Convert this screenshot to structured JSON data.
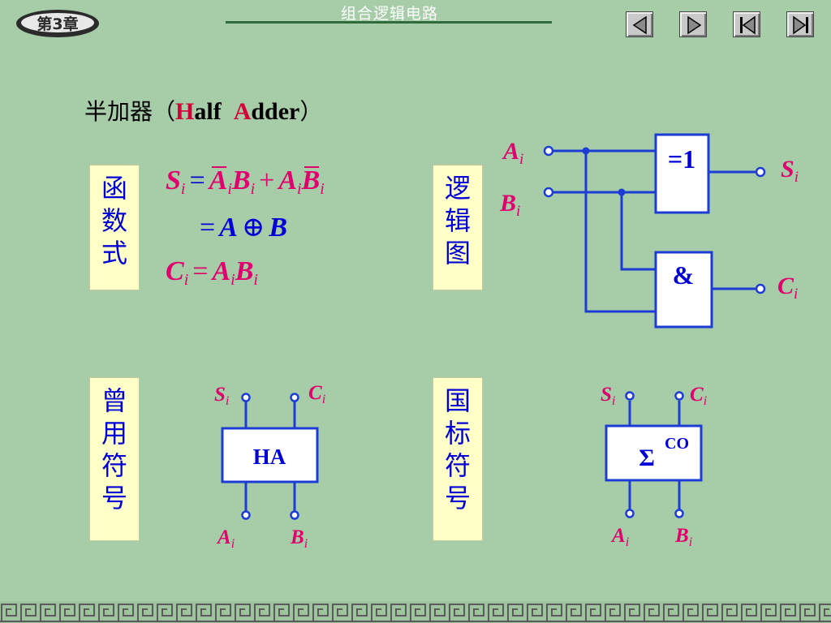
{
  "header": {
    "chapter_badge": "第3章",
    "title": "组合逻辑电路",
    "nav": [
      "prev",
      "next",
      "first",
      "last"
    ]
  },
  "heading": {
    "cjk": "半加器（",
    "h_cap": "H",
    "h_rest": "alf",
    "a_cap": "A",
    "a_rest": "dder",
    "close": "）"
  },
  "labels": {
    "function": "函数式",
    "logic_diagram": "逻辑图",
    "old_symbol": "曾用符号",
    "std_symbol": "国标符号"
  },
  "formula": {
    "s": "S",
    "c": "C",
    "a": "A",
    "b": "B",
    "i": "i",
    "eq": "=",
    "plus": "+",
    "xor": "⊕"
  },
  "gates": {
    "xor_label": "=1",
    "and_label": "&",
    "ha_label": "HA",
    "sigma_label": "Σ",
    "co_label": "CO"
  },
  "colors": {
    "background": "#a6cca8",
    "wire": "#1d3cd6",
    "pink_text": "#e0006e",
    "blue_text": "#0000d8",
    "label_box": "#ffffc8"
  }
}
